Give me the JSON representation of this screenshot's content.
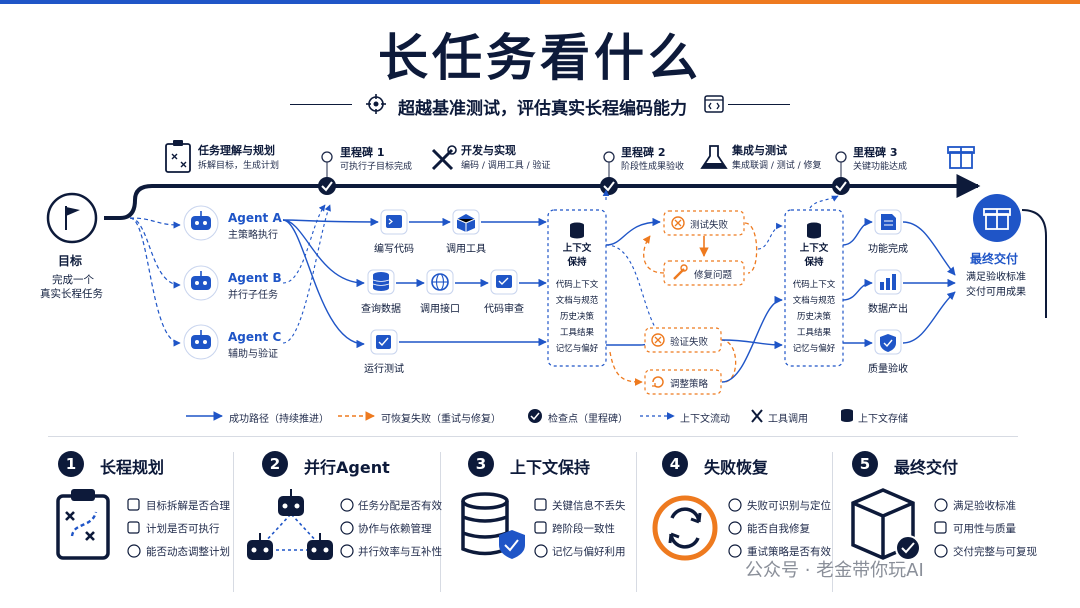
{
  "title": "长任务看什么",
  "subtitle": "超越基准测试，评估真实长程编码能力",
  "phases": [
    {
      "title": "任务理解与规划",
      "sub": "拆解目标，生成计划"
    },
    {
      "title": "开发与实现",
      "sub": "编码 / 调用工具 / 验证"
    },
    {
      "title": "集成与测试",
      "sub": "集成联调 / 测试 / 修复"
    }
  ],
  "milestones": [
    {
      "title": "里程碑 1",
      "sub": "可执行子目标完成"
    },
    {
      "title": "里程碑 2",
      "sub": "阶段性成果验收"
    },
    {
      "title": "里程碑 3",
      "sub": "关键功能达成"
    }
  ],
  "goal": {
    "title": "目标",
    "line1": "完成一个",
    "line2": "真实长程任务"
  },
  "agents": [
    {
      "name": "Agent A",
      "role": "主策略执行"
    },
    {
      "name": "Agent B",
      "role": "并行子任务"
    },
    {
      "name": "Agent C",
      "role": "辅助与验证"
    }
  ],
  "nodes": {
    "code": "编写代码",
    "tool": "调用工具",
    "query": "查询数据",
    "api": "调用接口",
    "review": "代码审查",
    "test": "运行测试",
    "feature": "功能完成",
    "data_out": "数据产出",
    "qa": "质量验收"
  },
  "context": {
    "title1": "上下文",
    "title2": "保持",
    "items": [
      "代码上下文",
      "文档与规范",
      "历史决策",
      "工具结果",
      "记忆与偏好"
    ]
  },
  "failures": {
    "test_fail": "测试失败",
    "fix_issue": "修复问题",
    "verify_fail": "验证失败",
    "adjust_strategy": "调整策略"
  },
  "final": {
    "title": "最终交付",
    "line1": "满足验收标准",
    "line2": "交付可用成果"
  },
  "legend": {
    "success": "成功路径（持续推进）",
    "recover": "可恢复失败（重试与修复）",
    "checkpoint": "检查点（里程碑）",
    "context_flow": "上下文流动",
    "tool_call": "工具调用",
    "ctx_store": "上下文存储"
  },
  "sections": [
    {
      "num": "1",
      "title": "长程规划",
      "items": [
        "目标拆解是否合理",
        "计划是否可执行",
        "能否动态调整计划"
      ]
    },
    {
      "num": "2",
      "title": "并行Agent",
      "items": [
        "任务分配是否有效",
        "协作与依赖管理",
        "并行效率与互补性"
      ]
    },
    {
      "num": "3",
      "title": "上下文保持",
      "items": [
        "关键信息不丢失",
        "跨阶段一致性",
        "记忆与偏好利用"
      ]
    },
    {
      "num": "4",
      "title": "失败恢复",
      "items": [
        "失败可识别与定位",
        "能否自我修复",
        "重试策略是否有效"
      ]
    },
    {
      "num": "5",
      "title": "最终交付",
      "items": [
        "满足验收标准",
        "可用性与质量",
        "交付完整与可复现"
      ]
    }
  ],
  "watermark": "公众号 · 老金带你玩AI",
  "colors": {
    "navy": "#0d1a3a",
    "blue": "#1f55c7",
    "orange": "#ee7a1f"
  }
}
